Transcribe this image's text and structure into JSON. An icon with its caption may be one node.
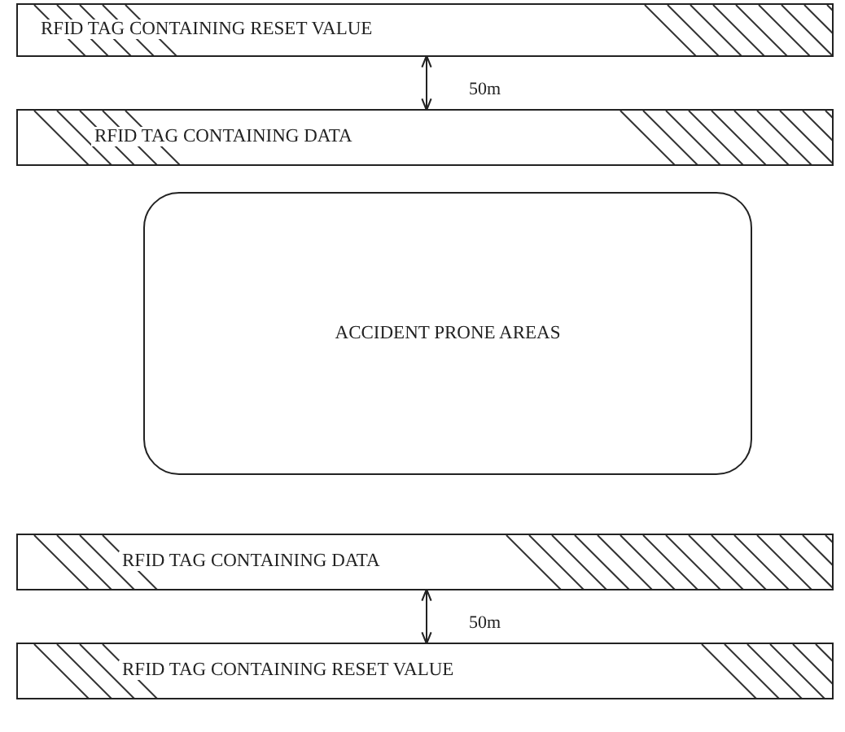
{
  "diagram": {
    "nodes": [
      {
        "text": [
          "RFID TAG CONTAINING RESET VALUE"
        ]
      },
      {
        "text": [
          "RFID TAG CONTAINING DATA"
        ]
      },
      {
        "text": [
          "ACCIDENT PRONE AREAS"
        ]
      },
      {
        "text": [
          "RFID TAG CONTAINING DATA"
        ]
      },
      {
        "text": [
          "RFID TAG CONTAINING RESET VALUE"
        ]
      }
    ],
    "edges": [
      {
        "from": 0,
        "to": 1,
        "arrow": "both",
        "label": "50m"
      },
      {
        "from": 3,
        "to": 4,
        "arrow": "both",
        "label": "50m"
      }
    ]
  }
}
